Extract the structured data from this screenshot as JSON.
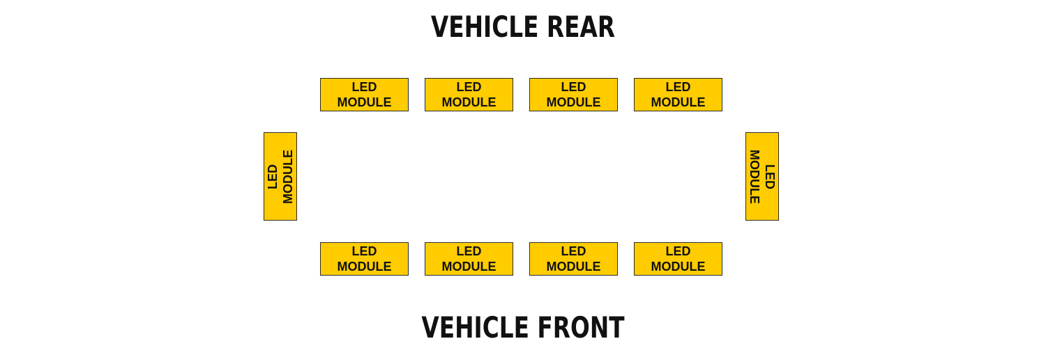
{
  "headings": {
    "rear": "VEHICLE REAR",
    "front": "VEHICLE FRONT"
  },
  "modules": {
    "rear_1": {
      "line1": "LED",
      "line2": "MODULE"
    },
    "rear_2": {
      "line1": "LED",
      "line2": "MODULE"
    },
    "rear_3": {
      "line1": "LED",
      "line2": "MODULE"
    },
    "rear_4": {
      "line1": "LED",
      "line2": "MODULE"
    },
    "left_side": {
      "line1": "LED",
      "line2": "MODULE"
    },
    "right_side": {
      "line1": "LED",
      "line2": "MODULE"
    },
    "front_1": {
      "line1": "LED",
      "line2": "MODULE"
    },
    "front_2": {
      "line1": "LED",
      "line2": "MODULE"
    },
    "front_3": {
      "line1": "LED",
      "line2": "MODULE"
    },
    "front_4": {
      "line1": "LED",
      "line2": "MODULE"
    }
  },
  "colors": {
    "module_fill": "#ffcc00",
    "module_border": "#2b2b2b",
    "text": "#111111",
    "background": "#ffffff"
  }
}
